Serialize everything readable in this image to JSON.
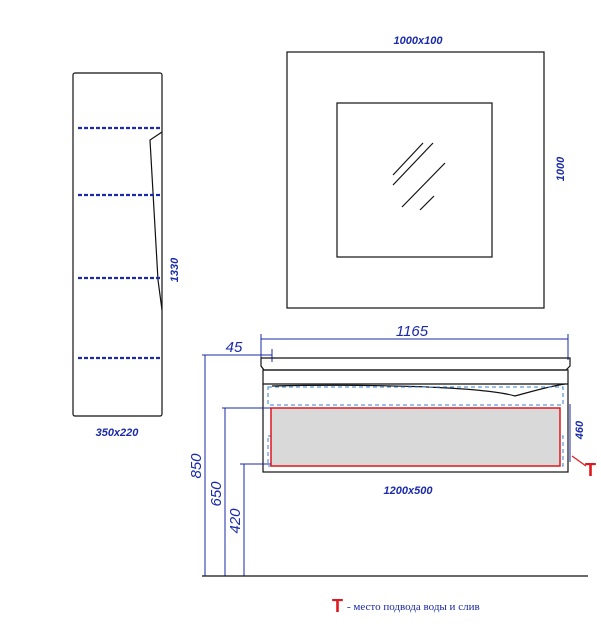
{
  "labels": {
    "column_size": "350x220",
    "column_height": "1330",
    "mirror_size": "1000x100",
    "mirror_height": "1000",
    "cabinet_width_top": "1165",
    "cabinet_offset": "45",
    "cabinet_size": "1200x500",
    "cabinet_depth": "460",
    "height_850": "850",
    "height_650": "650",
    "height_420": "420",
    "connection_marker": "T",
    "legend_marker": "T",
    "legend_text": "- место подвода воды и слив"
  },
  "colors": {
    "dimension": "#1a2aa8",
    "outline": "#111111",
    "marker": "#e0171d",
    "drawer_fill": "#d9d9d9",
    "dash": "#3a7fd0"
  }
}
